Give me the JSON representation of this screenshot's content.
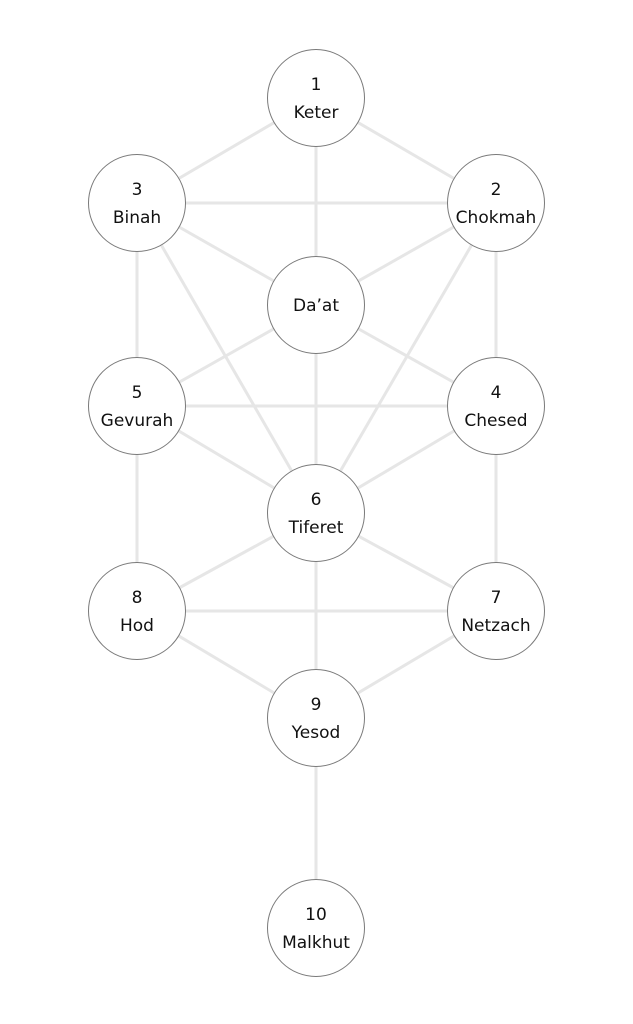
{
  "title": "Tree of Life",
  "nodes": [
    {
      "id": "keter",
      "number": "1",
      "name": "Keter"
    },
    {
      "id": "chokmah",
      "number": "2",
      "name": "Chokmah"
    },
    {
      "id": "binah",
      "number": "3",
      "name": "Binah"
    },
    {
      "id": "daat",
      "number": "",
      "name": "Da’at"
    },
    {
      "id": "chesed",
      "number": "4",
      "name": "Chesed"
    },
    {
      "id": "gevurah",
      "number": "5",
      "name": "Gevurah"
    },
    {
      "id": "tiferet",
      "number": "6",
      "name": "Tiferet"
    },
    {
      "id": "netzach",
      "number": "7",
      "name": "Netzach"
    },
    {
      "id": "hod",
      "number": "8",
      "name": "Hod"
    },
    {
      "id": "yesod",
      "number": "9",
      "name": "Yesod"
    },
    {
      "id": "malkhut",
      "number": "10",
      "name": "Malkhut"
    }
  ],
  "edges": [
    [
      "keter",
      "binah"
    ],
    [
      "keter",
      "chokmah"
    ],
    [
      "keter",
      "daat"
    ],
    [
      "binah",
      "chokmah"
    ],
    [
      "binah",
      "daat"
    ],
    [
      "chokmah",
      "daat"
    ],
    [
      "binah",
      "gevurah"
    ],
    [
      "chokmah",
      "chesed"
    ],
    [
      "binah",
      "tiferet"
    ],
    [
      "chokmah",
      "tiferet"
    ],
    [
      "daat",
      "gevurah"
    ],
    [
      "daat",
      "chesed"
    ],
    [
      "daat",
      "tiferet"
    ],
    [
      "gevurah",
      "chesed"
    ],
    [
      "gevurah",
      "tiferet"
    ],
    [
      "chesed",
      "tiferet"
    ],
    [
      "gevurah",
      "hod"
    ],
    [
      "chesed",
      "netzach"
    ],
    [
      "tiferet",
      "hod"
    ],
    [
      "tiferet",
      "netzach"
    ],
    [
      "hod",
      "netzach"
    ],
    [
      "hod",
      "yesod"
    ],
    [
      "netzach",
      "yesod"
    ],
    [
      "tiferet",
      "yesod"
    ],
    [
      "yesod",
      "malkhut"
    ]
  ]
}
